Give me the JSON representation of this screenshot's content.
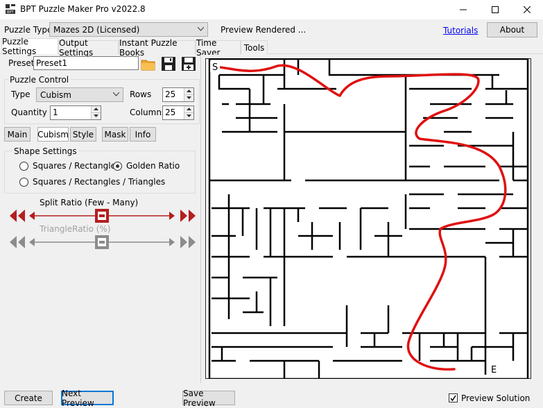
{
  "window": {
    "title": "BPT Puzzle Maker Pro v2022.8"
  },
  "top": {
    "puzzle_type_label": "Puzzle Type",
    "puzzle_type_value": "Mazes 2D (Licensed)",
    "status": "Preview Rendered ...",
    "tutorials": "Tutorials",
    "about": "About"
  },
  "tabs": [
    "Puzzle Settings",
    "Output Settings",
    "Instant Puzzle Books",
    "Time Saver",
    "Tools"
  ],
  "preset": {
    "label": "Preset",
    "value": "Preset1"
  },
  "puzzle_control": {
    "title": "Puzzle Control",
    "type_label": "Type",
    "type_value": "Cubism",
    "rows_label": "Rows",
    "rows_value": "25",
    "quantity_label": "Quantity",
    "quantity_value": "1",
    "columns_label": "Columns",
    "columns_value": "25"
  },
  "subtabs": [
    "Main",
    "Cubism",
    "Style",
    "Mask",
    "Info"
  ],
  "shape_settings": {
    "title": "Shape Settings",
    "opt1": "Squares / Rectangles",
    "opt2": "Golden Ratio",
    "opt3": "Squares / Rectangles / Triangles",
    "selected": "Golden Ratio"
  },
  "sliders": {
    "split_label": "Split Ratio (Few - Many)",
    "triangle_label": "TriangleRatio (%)"
  },
  "maze": {
    "start": "S",
    "end": "E"
  },
  "bottom": {
    "create": "Create",
    "next_preview": "Next Preview",
    "save_preview": "Save Preview",
    "preview_solution": "Preview Solution"
  },
  "colors": {
    "accent_red": "#b41e1e",
    "solution_red": "#e01010",
    "focus_blue": "#0078d7"
  }
}
